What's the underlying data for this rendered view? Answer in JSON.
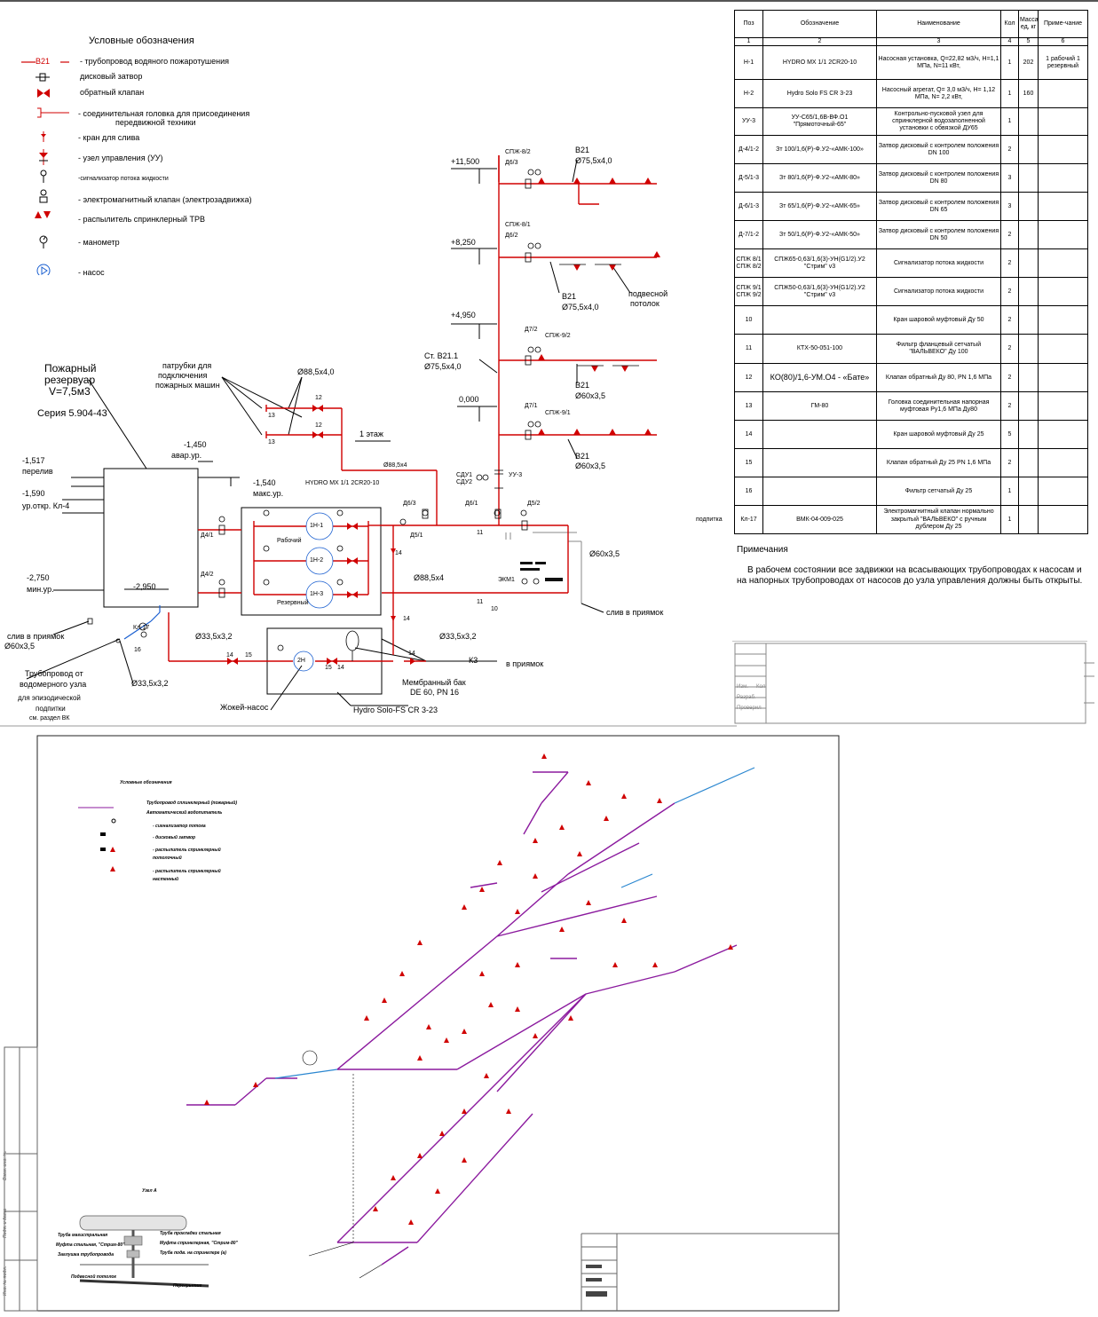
{
  "legend": {
    "title": "Условные обозначения",
    "line_label": "В21",
    "items": [
      "- трубопровод водяного пожаротушения",
      "дисковый затвор",
      "обратный клапан",
      "- соединительная головка для присоединения",
      "передвижной техники",
      "- кран для слива",
      "- узел управления (УУ)",
      "-сигнализатор потока жидкости",
      "- электромагнитный клапан (электрозадвижка)",
      "- распылитель спринклерный ТРВ",
      "- манометр",
      "- насос"
    ]
  },
  "spec": {
    "headers": [
      "Поз",
      "Обозначение",
      "Наименование",
      "Кол",
      "Масса ед, кг",
      "Приме-чание"
    ],
    "col_numbers": [
      "1",
      "2",
      "3",
      "4",
      "5",
      "6"
    ],
    "rows": [
      [
        "Н-1",
        "HYDRO MX 1/1 2CR20-10",
        "Насосная установка, Q=22,82 м3/ч, Н=1,1 МПа, N=11 кВт,",
        "1",
        "202",
        "1 рабочий 1 резервный"
      ],
      [
        "Н-2",
        "Hydro Solo FS CR 3-23",
        "Насосный агрегат, Q= 3,0 м3/ч, Н= 1,12 МПа, N= 2,2 кВт,",
        "1",
        "160",
        ""
      ],
      [
        "УУ-3",
        "УУ-С65/1,6В-ВФ.О1 \"Прямоточный-65\"",
        "Контрольно-пусковой узел для спринклерной водозаполненной установки с обвязкой ДУ65",
        "1",
        "",
        ""
      ],
      [
        "Д-4/1-2",
        "Зт 100/1,6(Р)-Ф.У2-«АМК-100»",
        "Затвор дисковый с контролем положения DN 100",
        "2",
        "",
        ""
      ],
      [
        "Д-5/1-3",
        "Зт 80/1,6(Р)-Ф.У2-«АМК-80»",
        "Затвор дисковый с контролем положения DN 80",
        "3",
        "",
        ""
      ],
      [
        "Д-6/1-3",
        "Зт 65/1,6(Р)-Ф.У2-«АМК-65»",
        "Затвор дисковый с контролем положения DN 65",
        "3",
        "",
        ""
      ],
      [
        "Д-7/1-2",
        "Зт 50/1,6(Р)-Ф.У2-«АМК-50»",
        "Затвор дисковый с контролем положения DN 50",
        "2",
        "",
        ""
      ],
      [
        "СПЖ 8/1 СПЖ 8/2",
        "СПЖ65-0,63/1,6(3)-УН(G1/2).У2 \"Стрим\" v3",
        "Сигнализатор потока жидкости",
        "2",
        "",
        ""
      ],
      [
        "СПЖ 9/1 СПЖ 9/2",
        "СПЖ50-0,63/1,6(3)-УН(G1/2).У2 \"Стрим\" v3",
        "Сигнализатор потока жидкости",
        "2",
        "",
        ""
      ],
      [
        "10",
        "",
        "Кран шаровой муфтовый Ду 50",
        "2",
        "",
        ""
      ],
      [
        "11",
        "КТХ-50-051-100",
        "Фильтр фланцевый сетчатый \"ВАЛЬВЕКО\" Ду 100",
        "2",
        "",
        ""
      ],
      [
        "12",
        "КО(80)/1,6-УМ.О4 - «Бате»",
        "Клапан обратный Ду 80, PN 1,6 МПа",
        "2",
        "",
        ""
      ],
      [
        "13",
        "ГМ-80",
        "Головка соединительная напорная муфтовая Ру1,6 МПа Ду80",
        "2",
        "",
        ""
      ],
      [
        "14",
        "",
        "Кран шаровой муфтовый Ду 25",
        "5",
        "",
        ""
      ],
      [
        "15",
        "",
        "Клапан обратный Ду 25 PN 1,6 МПа",
        "2",
        "",
        ""
      ],
      [
        "16",
        "",
        "Фильтр сетчатый Ду 25",
        "1",
        "",
        ""
      ],
      [
        "Кл-17",
        "ВМК-04-009-025",
        "Электромагнитный клапан нормально закрытый \"ВАЛЬВЕКО\" с ручным дублером Ду 25",
        "1",
        "",
        ""
      ]
    ],
    "side_label": "подпитка"
  },
  "notes": {
    "title": "Примечания",
    "text": "В рабочем состоянии все задвижки на всасывающих трубопроводах к насосам и на напорных трубопроводах от насосов до узла управления должны быть открыты."
  },
  "stamp": {
    "rows": [
      "Изм.",
      "Разраб.",
      "Проверил"
    ],
    "col": "Кол"
  },
  "scheme": {
    "levels": [
      "+11,500",
      "+8,250",
      "+4,950",
      "0,000"
    ],
    "tank_title": [
      "Пожарный",
      "резервуар",
      "V=7,5м3"
    ],
    "series": "Серия 5.904-43",
    "tank_levels": [
      {
        "v": "-1,517",
        "l": "перелив"
      },
      {
        "v": "-1,590",
        "l": "ур.откр. Кл-4"
      },
      {
        "v": "-2,750",
        "l": "мин.ур."
      },
      {
        "v": "-2,950",
        "l": ""
      },
      {
        "v": "-1,450",
        "l": "авар.ур."
      },
      {
        "v": "-1,540",
        "l": "макс.ур."
      }
    ],
    "patrubki": [
      "патрубки для",
      "подключения",
      "пожарных машин"
    ],
    "hydro_mx": "HYDRO MX 1/1 2CR20-10",
    "hydro_solo": "Hydro Solo-FS CR 3-23",
    "pumps": [
      "1Н-1",
      "1Н-2",
      "1Н-3",
      "2Н"
    ],
    "pump_labels": [
      "Рабочий",
      "Резервный"
    ],
    "pipes": {
      "d88": "Ø88,5х4,0",
      "d88b": "Ø88,5х4",
      "d75": "Ø75,5х4,0",
      "d60": "Ø60х3,5",
      "d33": "Ø33,5х3,2",
      "st": "Ст. В21.1",
      "b21": "В21"
    },
    "valves": [
      "СПЖ-8/2",
      "Д6/3",
      "СПЖ-8/1",
      "Д6/2",
      "Д7/2",
      "СПЖ-9/2",
      "Д7/1",
      "СПЖ-9/1",
      "Д6/3",
      "Д6/1",
      "Д5/1",
      "Д5/2",
      "Д4/1",
      "Д4/2",
      "СДУ1",
      "СДУ2",
      "УУ-3",
      "ЭКМ1",
      "Кл-17",
      "К3"
    ],
    "numbers": [
      "12",
      "13",
      "11",
      "10",
      "14",
      "15",
      "16"
    ],
    "text": {
      "ceiling": [
        "подвесной",
        "потолок"
      ],
      "floor": "1 этаж",
      "drain_pit": "слив в приямок",
      "to_pit": "в приямок",
      "drain_pit2": "слив в приямок",
      "from_meter": [
        "Трубопровод от",
        "водомерного узла",
        "для эпизодической",
        "подпитки",
        "см. раздел ВК"
      ],
      "membrane": [
        "Мембранный бак",
        "DE 60, PN 16"
      ],
      "jockey": "Жокей-насос"
    }
  },
  "iso": {
    "legend_title": "Условные обозначения",
    "legend_items": [
      "Трубопровод сплинклерный (пожарный)",
      "Автоматический водопитатель",
      "- сигнализатор потока",
      "- дисковый затвор",
      "- распылитель спринклерный",
      "потолочный",
      "- распылитель спринклерный",
      "настенный"
    ],
    "node_title": "Узел А",
    "node_labels": [
      "Труба магистральная",
      "Муфта стальная, \"Стрим-80\"",
      "Заглушка трубопровода",
      "Подвесной потолок",
      "Труба прокладки стальная",
      "Муфта спринклерная, \"Стрим-80\"",
      "Труба подв. на спринклере (а)",
      "Перекрытие"
    ],
    "side_text": [
      "Взам. инв. №",
      "Подп. и дата",
      "Инв. № подл."
    ]
  },
  "colors": {
    "pipe": "#d00000",
    "iso_pipe": "#8b1a9e",
    "accent": "#1a5fd0",
    "line": "#000000"
  }
}
